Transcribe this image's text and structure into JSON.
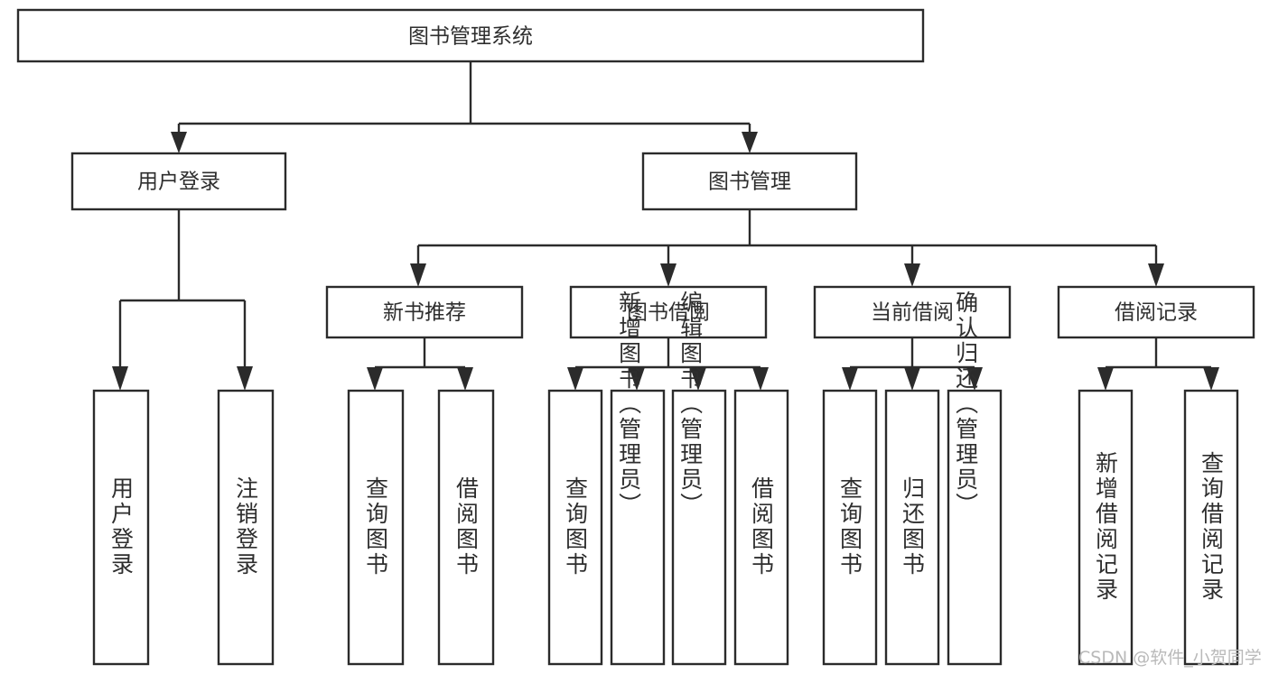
{
  "diagram": {
    "title": "图书管理系统",
    "type": "hierarchy-tree",
    "root": {
      "id": "root",
      "label": "图书管理系统"
    },
    "level2": [
      {
        "id": "user-login",
        "label": "用户登录"
      },
      {
        "id": "book-manage",
        "label": "图书管理"
      }
    ],
    "level3": [
      {
        "id": "new-book-rec",
        "label": "新书推荐",
        "parent": "book-manage"
      },
      {
        "id": "book-borrow",
        "label": "图书借阅",
        "parent": "book-manage"
      },
      {
        "id": "current-borrow",
        "label": "当前借阅",
        "parent": "book-manage"
      },
      {
        "id": "borrow-record",
        "label": "借阅记录",
        "parent": "book-manage"
      }
    ],
    "leaves": [
      {
        "id": "leaf-user-login",
        "label": "用户登录",
        "parent": "user-login",
        "align": "center"
      },
      {
        "id": "leaf-user-logout",
        "label": "注销登录",
        "parent": "user-login",
        "align": "center"
      },
      {
        "id": "leaf-query-book-1",
        "label": "查询图书",
        "parent": "new-book-rec",
        "align": "center"
      },
      {
        "id": "leaf-borrow-book-1",
        "label": "借阅图书",
        "parent": "new-book-rec",
        "align": "center"
      },
      {
        "id": "leaf-query-book-2",
        "label": "查询图书",
        "parent": "book-borrow",
        "align": "center"
      },
      {
        "id": "leaf-add-book",
        "label": "新增图书（管理员）",
        "parent": "book-borrow",
        "align": "top"
      },
      {
        "id": "leaf-edit-book",
        "label": "编辑图书（管理员）",
        "parent": "book-borrow",
        "align": "top"
      },
      {
        "id": "leaf-borrow-book-2",
        "label": "借阅图书",
        "parent": "book-borrow",
        "align": "center"
      },
      {
        "id": "leaf-query-book-3",
        "label": "查询图书",
        "parent": "current-borrow",
        "align": "center"
      },
      {
        "id": "leaf-return-book",
        "label": "归还图书",
        "parent": "current-borrow",
        "align": "center"
      },
      {
        "id": "leaf-confirm-return",
        "label": "确认归还（管理员）",
        "parent": "current-borrow",
        "align": "top"
      },
      {
        "id": "leaf-add-record",
        "label": "新增借阅记录",
        "parent": "borrow-record",
        "align": "center"
      },
      {
        "id": "leaf-query-record",
        "label": "查询借阅记录",
        "parent": "borrow-record",
        "align": "center"
      }
    ],
    "colors": {
      "stroke": "#2b2b2b",
      "fill": "#ffffff",
      "text": "#2e2e2e",
      "watermark": "#b9b9b9"
    }
  },
  "watermark": {
    "text": "CSDN @软件_小贺同学"
  }
}
